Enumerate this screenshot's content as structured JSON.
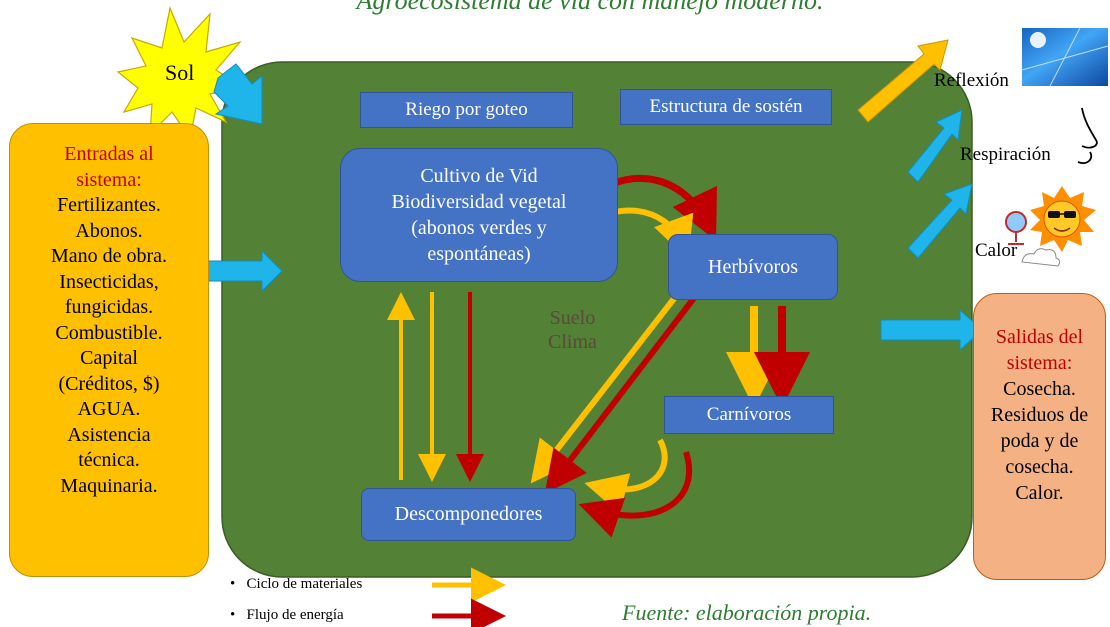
{
  "title": "Agroecosistema de vid con manejo moderno.",
  "sun": {
    "label": "Sol"
  },
  "inputs": {
    "heading": [
      "Entradas al",
      "sistema:"
    ],
    "items": [
      "Fertilizantes.",
      "Abonos.",
      "Mano de obra.",
      "Insecticidas,",
      "fungicidas.",
      "Combustible.",
      "Capital",
      "(Créditos, $)",
      "AGUA.",
      "Asistencia",
      "técnica.",
      "Maquinaria."
    ]
  },
  "nodes": {
    "riego": "Riego por goteo",
    "estructura": "Estructura de sostén",
    "cultivo": [
      "Cultivo de Vid",
      "Biodiversidad vegetal",
      "(abonos verdes y",
      "espontáneas)"
    ],
    "herbivoros": "Herbívoros",
    "carnivoros": "Carnívoros",
    "descomponedores": "Descomponedores"
  },
  "environment": [
    "Suelo",
    "Clima"
  ],
  "losses": {
    "reflexion": "Reflexión",
    "respiracion": "Respiración",
    "calor": "Calor"
  },
  "outputs": {
    "heading": [
      "Salidas del",
      "sistema:"
    ],
    "items": [
      "Cosecha.",
      "Residuos de",
      "poda y de",
      "cosecha.",
      "Calor."
    ]
  },
  "legend": {
    "materials": "Ciclo de materiales",
    "energy": "Flujo de energía"
  },
  "source": "Fuente: elaboración propia.",
  "colors": {
    "ecosystem_green": "#538135",
    "node_blue": "#4472c4",
    "input_orange": "#ffc000",
    "output_salmon": "#f4b183",
    "materials_arrow": "#ffc000",
    "energy_arrow": "#c00000",
    "flow_arrow": "#1fb4ea",
    "sun_yellow": "#ffff00"
  }
}
